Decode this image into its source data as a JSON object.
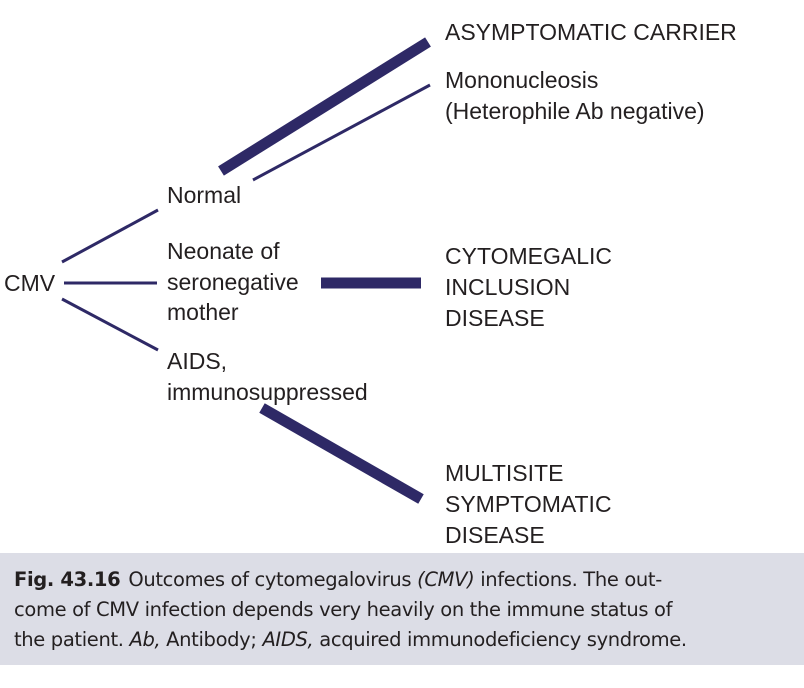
{
  "diagram": {
    "root": "CMV",
    "hosts": {
      "normal": [
        "Normal"
      ],
      "neonate": [
        "Neonate of",
        "seronegative",
        "mother"
      ],
      "aids": [
        "AIDS,",
        "immunosuppressed"
      ]
    },
    "outcomes": {
      "carrier": [
        "ASYMPTOMATIC CARRIER"
      ],
      "mono": [
        "Mononucleosis",
        "(Heterophile Ab negative)"
      ],
      "cid": [
        "CYTOMEGALIC",
        "INCLUSION",
        "DISEASE"
      ],
      "multisite": [
        "MULTISITE",
        "SYMPTOMATIC",
        "DISEASE"
      ]
    },
    "line_color": "#2e2966",
    "text_color": "#231f20"
  },
  "caption": {
    "fig_number": "Fig. 43.16",
    "line1_a": "Outcomes of cytomegalovirus ",
    "line1_b": "(CMV)",
    "line1_c": " infections. The out-",
    "line2": "come of CMV infection depends very heavily on the immune status of",
    "line3_a": "the patient. ",
    "line3_b": "Ab,",
    "line3_c": " Antibody; ",
    "line3_d": "AIDS,",
    "line3_e": " acquired immunodeficiency syndrome.",
    "background": "#dcdde6"
  }
}
